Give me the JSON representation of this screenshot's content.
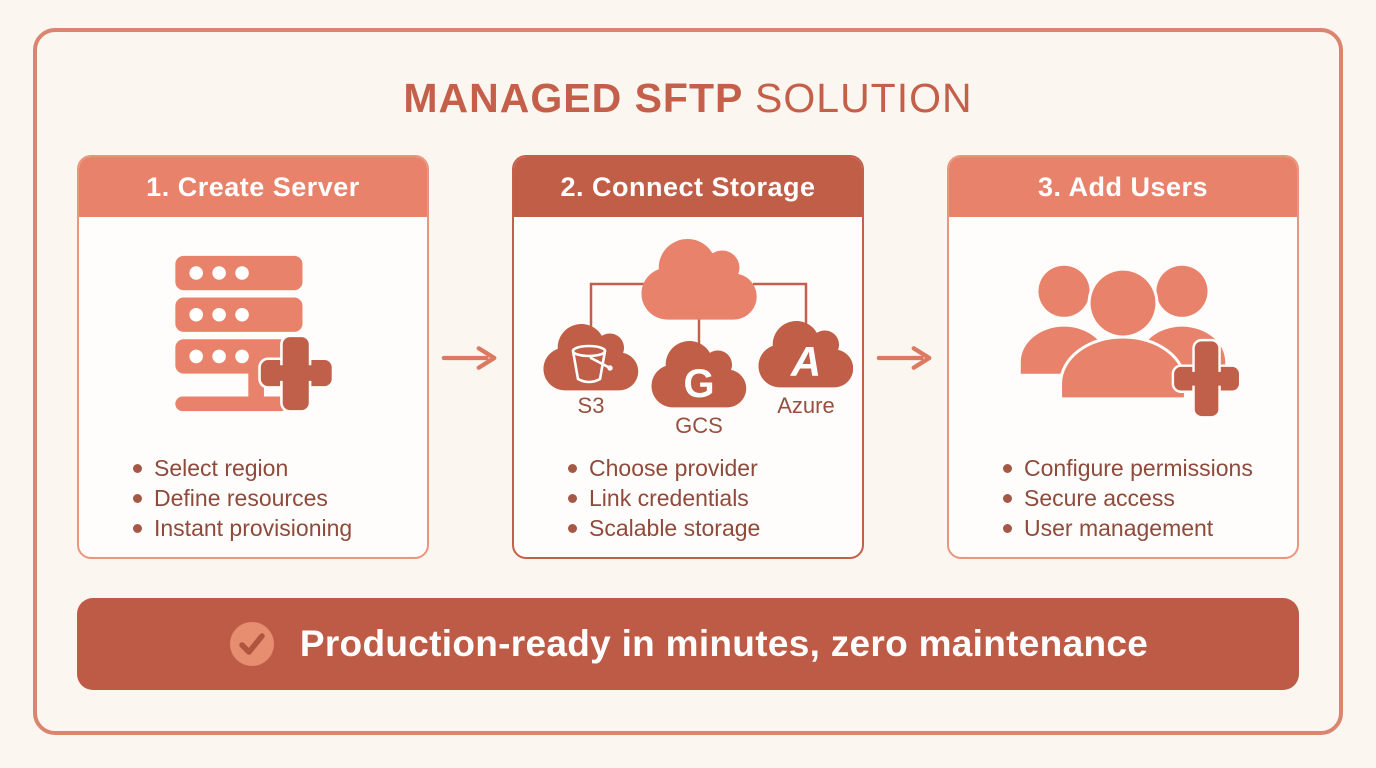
{
  "title": {
    "emphasis": "MANAGED SFTP",
    "rest": "SOLUTION"
  },
  "cards": [
    {
      "header": "1. Create Server",
      "icon": "server-add-icon",
      "bullets": [
        "Select region",
        "Define resources",
        "Instant provisioning"
      ]
    },
    {
      "header": "2. Connect Storage",
      "icon": "cloud-providers-icon",
      "providers": [
        {
          "label": "S3",
          "glyph": ""
        },
        {
          "label": "GCS",
          "glyph": "G"
        },
        {
          "label": "Azure",
          "glyph": "A"
        }
      ],
      "bullets": [
        "Choose provider",
        "Link credentials",
        "Scalable storage"
      ]
    },
    {
      "header": "3. Add Users",
      "icon": "users-add-icon",
      "bullets": [
        "Configure permissions",
        "Secure access",
        "User management"
      ]
    }
  ],
  "banner": {
    "icon": "check-circle-icon",
    "text": "Production-ready in minutes, zero maintenance"
  },
  "colors": {
    "salmon": "#E8826B",
    "brick": "#C05E48",
    "banner_bg": "#BD5B46",
    "frame_border": "#D98570",
    "bullet_text": "#8E4A3B",
    "title_text": "#C4604A",
    "background": "#FBF6F0"
  }
}
